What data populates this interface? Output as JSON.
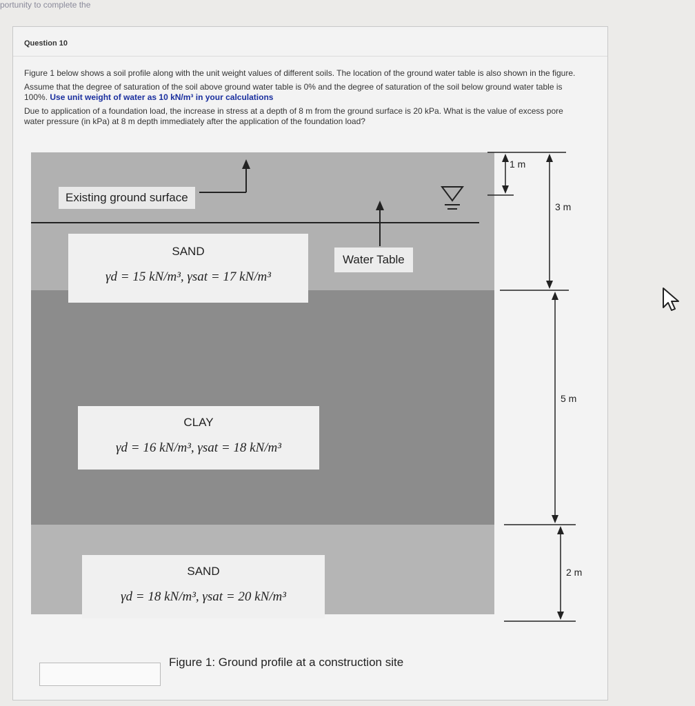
{
  "top_snippet": "portunity to complete the",
  "question": {
    "title": "Question 10",
    "para1": "Figure 1 below shows a soil profile along with the unit weight values of different soils. The location of the ground water table is also shown in the figure.",
    "para2_a": "Assume that the degree of saturation of the soil above ground water table is 0% and the degree of saturation of the soil below ground water table is 100%.",
    "para2_b": "Use unit weight of water as 10 kN/m³ in your calculations",
    "para3": "Due to application of a foundation load, the increase in stress at a depth of 8 m from the ground surface is 20 kPa. What is the value of excess pore water pressure (in kPa) at 8 m depth immediately after the application of the foundation load?"
  },
  "figure": {
    "existing_ground": "Existing ground surface",
    "water_table": "Water Table",
    "caption": "Figure 1: Ground profile at a construction site",
    "layers": [
      {
        "name": "SAND",
        "equation": "γd = 15 kN/m³, γsat = 17 kN/m³"
      },
      {
        "name": "CLAY",
        "equation": "γd = 16 kN/m³, γsat = 18 kN/m³"
      },
      {
        "name": "SAND",
        "equation": "γd = 18 kN/m³, γsat = 20 kN/m³"
      }
    ],
    "dimensions": {
      "wt_depth": "1 m",
      "sand1": "3 m",
      "clay": "5 m",
      "sand2": "2 m"
    }
  },
  "answer": {
    "value": ""
  }
}
